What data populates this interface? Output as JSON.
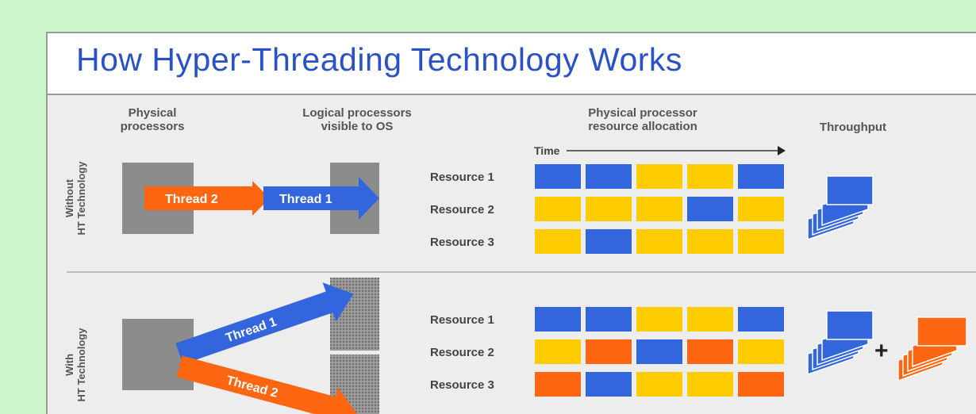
{
  "title": "How Hyper-Threading Technology Works",
  "headers": {
    "physical": "Physical\nprocessors",
    "logical": "Logical processors\nvisible to OS",
    "allocation": "Physical processor\nresource allocation",
    "throughput": "Throughput"
  },
  "time_label": "Time",
  "rows": [
    {
      "label": "Without\nHT Technology",
      "thread_a": "Thread 2",
      "thread_b": "Thread 1",
      "resources": [
        {
          "name": "Resource 1",
          "cells": [
            "blue",
            "blue",
            "yellow",
            "yellow",
            "blue"
          ]
        },
        {
          "name": "Resource 2",
          "cells": [
            "yellow",
            "yellow",
            "yellow",
            "blue",
            "yellow"
          ]
        },
        {
          "name": "Resource 3",
          "cells": [
            "yellow",
            "blue",
            "yellow",
            "yellow",
            "yellow"
          ]
        }
      ]
    },
    {
      "label": "With\nHT Technology",
      "thread_a": "Thread 1",
      "thread_b": "Thread 2",
      "resources": [
        {
          "name": "Resource 1",
          "cells": [
            "blue",
            "blue",
            "yellow",
            "yellow",
            "blue"
          ]
        },
        {
          "name": "Resource 2",
          "cells": [
            "yellow",
            "orange",
            "blue",
            "orange",
            "yellow"
          ]
        },
        {
          "name": "Resource 3",
          "cells": [
            "orange",
            "blue",
            "yellow",
            "yellow",
            "orange"
          ]
        }
      ]
    }
  ],
  "plus": "+",
  "colors": {
    "blue": "#3366dd",
    "yellow": "#ffcc00",
    "orange": "#ff6611",
    "processor_gray": "#8c8c8c",
    "title_blue": "#2a52c4"
  }
}
